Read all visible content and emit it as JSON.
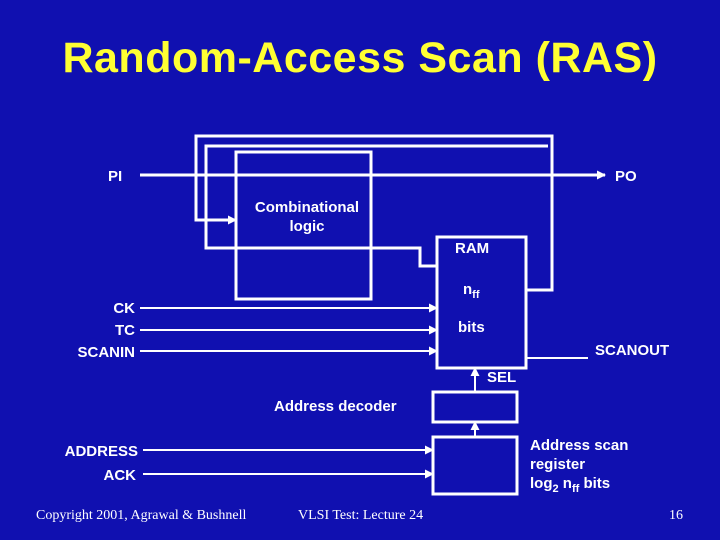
{
  "slide": {
    "title": "Random-Access Scan (RAS)",
    "colors": {
      "background": "#1010b0",
      "title": "#ffff33",
      "lines": "#ffffff"
    }
  },
  "diagram": {
    "inputs": {
      "pi": "PI",
      "ck": "CK",
      "tc": "TC",
      "scanin": "SCANIN",
      "address": "ADDRESS",
      "ack": "ACK"
    },
    "outputs": {
      "po": "PO",
      "scanout": "SCANOUT"
    },
    "comb_logic": {
      "line1": "Combinational",
      "line2": "logic"
    },
    "ram": {
      "label": "RAM",
      "n": "n",
      "sub": "ff",
      "bits": "bits"
    },
    "sel": "SEL",
    "address_decoder": "Address decoder",
    "address_scan_register": {
      "line1": "Address scan",
      "line2": "register",
      "log_prefix": "log",
      "log_sub": "2",
      "n": " n",
      "n_sub": "ff",
      "suffix": " bits"
    }
  },
  "footer": {
    "copyright": "Copyright 2001, Agrawal & Bushnell",
    "lecture": "VLSI Test: Lecture 24",
    "page": "16"
  }
}
